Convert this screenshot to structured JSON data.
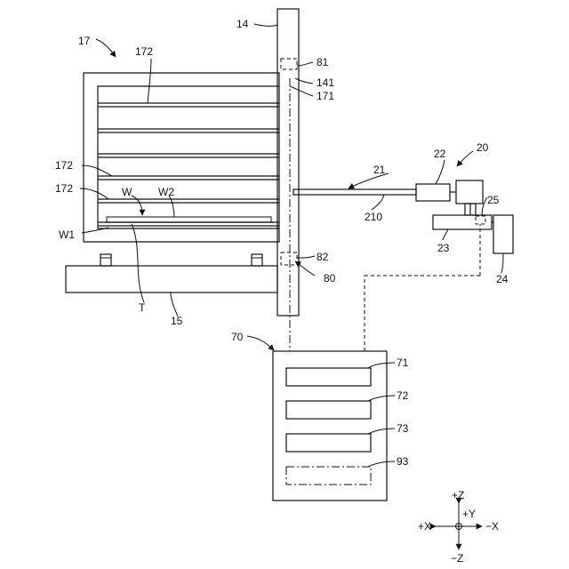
{
  "labels": {
    "l17": "17",
    "l172a": "172",
    "l14": "14",
    "l81": "81",
    "l141": "141",
    "l171": "171",
    "l20": "20",
    "l22": "22",
    "l21": "21",
    "l172b": "172",
    "l172c": "172",
    "lW": "W",
    "lW2": "W2",
    "l25": "25",
    "l210": "210",
    "lW1": "W1",
    "l23": "23",
    "l82": "82",
    "l80": "80",
    "l24": "24",
    "lT": "T",
    "l15": "15",
    "l70": "70",
    "l71": "71",
    "l72": "72",
    "l73": "73",
    "l93": "93"
  },
  "axes": {
    "pz": "+Z",
    "py": "+Y",
    "px": "+X",
    "mx": "−X",
    "mz": "−Z"
  },
  "colors": {
    "line": "#111111",
    "background": "#ffffff"
  }
}
